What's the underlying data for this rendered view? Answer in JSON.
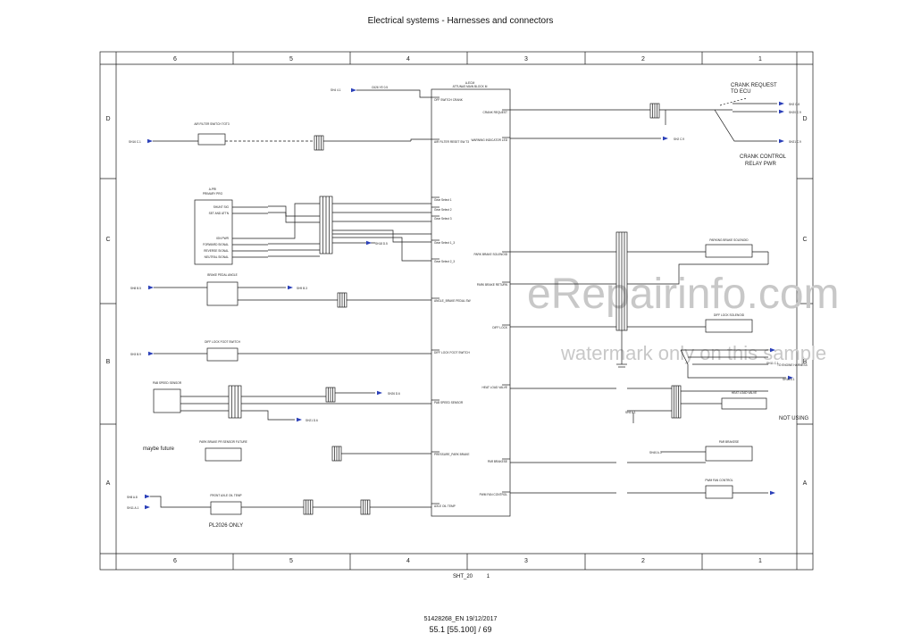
{
  "page": {
    "title": "Electrical systems - Harnesses and connectors",
    "sheet_ref": "SHT_20",
    "sheet_no": "1",
    "doc_id": "51428268_EN 19/12/2017",
    "page_no": "55.1 [55.100] / 69"
  },
  "grid": {
    "columns": [
      "6",
      "5",
      "4",
      "3",
      "2",
      "1"
    ],
    "rows": [
      "D",
      "C",
      "B",
      "A"
    ]
  },
  "watermark": {
    "main": "eRepairinfo.com",
    "sub": "watermark only on this sample"
  },
  "module": {
    "title": "A-ECM",
    "subtitle": "ATTUNAS MAIN BLOCK M"
  },
  "notes": {
    "crank_request": "CRANK REQUEST",
    "to_ecu": "TO ECU",
    "crank_control": "CRANK CONTROL",
    "relay_pwr": "RELAY PWR",
    "not_using": "NOT USING",
    "maybe_future": "maybe future",
    "pl2026": "PL2026 ONLY"
  },
  "components": {
    "air_filter": "AIR FILTER SWITCH TOT3",
    "primary_pedal": "PRIMARY PRO",
    "brake_pedal": "BRAKE PEDAL ANGLE",
    "diff_lock_switch": "DIFF LOCK FOOT SWITCH",
    "park_speed": "PAB SPEED SENSOR",
    "park_brake_pressure": "PARK BRAKE PR SENSOR FUTURE",
    "front_axle_oil": "FRONT AXLE OIL TEMP",
    "parking_brake_sol": "PARKING BRAKE SOLENOID",
    "diff_lock_sol": "DIFF LOCK SOLENOID",
    "heat_load_valve": "HEAT LOAD VALVE",
    "park_brake_right": "PAR BRAKESE",
    "pwm_fan": "PWM FAN CONTROL",
    "to_engine_harness": "TO ENGINE HARNESS"
  },
  "pins": [
    "OFF SWITCH CRANK",
    "AIR FILTER RESET SW T3",
    "Gear Select 1",
    "Gear Select 2",
    "Gear Select 3",
    "Gear Select 1_3",
    "Gear Select 2_3",
    "ANGLE_BRAKE PEDAL SW",
    "DIFF LOCK FOOT SWITCH",
    "PAB SPEED SENSOR",
    "PRESSURE_PARK BRAKE",
    "AXLE OIL TEMP",
    "CRANK REQUEST",
    "WARNING INDICATOR LED",
    "PARK BRAKE SOLENOID",
    "PARK BRAKE RETURN",
    "DIFF LOCK",
    "HEAT LOAD VALVE",
    "PAR BRAKESE",
    "PWM FAN CONTROL"
  ],
  "primary_signals": [
    "SHUNT SIG",
    "SET AND ATTN",
    "IGN PWR",
    "FORWARD SIGNAL",
    "REVERSE SIGNAL",
    "NEUTRAL SIGNAL"
  ],
  "offpage_refs": [
    "SH4 4.1",
    "SH16 C.1",
    "SH20 C.9",
    "SH21 C.9",
    "SH2 C.9",
    "SH18 D.5",
    "SH8 B.5",
    "SH9 B.3",
    "SH3 B.9",
    "SH11 C.1",
    "SH16 A.1",
    "SH2 C.8",
    "SH26 D.6",
    "SH21 D.6",
    "SH4 A.1",
    "SH40 A.3",
    "SH8 A.8",
    "SH11 A.1",
    "SH45 A.1"
  ],
  "colors": {
    "line": "#1a1a1a",
    "offpage": "#7a3b8a",
    "arrow": "#2a3fb8",
    "green": "#1f8a2a",
    "watermark": "#c8c8c8"
  }
}
